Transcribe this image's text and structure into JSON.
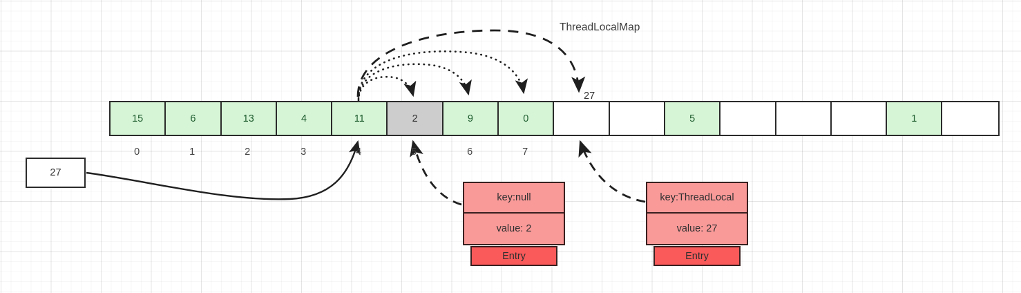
{
  "title": "ThreadLocalMap",
  "colors": {
    "cell_green": "#d6f5d6",
    "cell_gray": "#cdcdcd",
    "cell_empty": "#ffffff",
    "entry_fill": "#f99a99",
    "entry_label_fill": "#fb5a5a",
    "stroke": "#2b2b2b",
    "grid": "#f0f0f0"
  },
  "array": {
    "name": "hash-table-slots",
    "cells": [
      {
        "value": "15",
        "state": "green"
      },
      {
        "value": "6",
        "state": "green"
      },
      {
        "value": "13",
        "state": "green"
      },
      {
        "value": "4",
        "state": "green"
      },
      {
        "value": "11",
        "state": "green"
      },
      {
        "value": "2",
        "state": "gray"
      },
      {
        "value": "9",
        "state": "green"
      },
      {
        "value": "0",
        "state": "green"
      },
      {
        "value": "",
        "state": "empty"
      },
      {
        "value": "",
        "state": "empty"
      },
      {
        "value": "5",
        "state": "green"
      },
      {
        "value": "",
        "state": "empty"
      },
      {
        "value": "",
        "state": "empty"
      },
      {
        "value": "",
        "state": "empty"
      },
      {
        "value": "1",
        "state": "green"
      },
      {
        "value": "",
        "state": "empty"
      }
    ],
    "index_labels": [
      "0",
      "1",
      "2",
      "3",
      "4",
      "5",
      "6",
      "7"
    ]
  },
  "source_box": {
    "value": "27"
  },
  "probe_label": {
    "value": "27"
  },
  "entries": [
    {
      "name": "entry-stale",
      "key": "key:null",
      "value": "value: 2",
      "footer": "Entry"
    },
    {
      "name": "entry-threadlocal",
      "key": "key:ThreadLocal",
      "value": "value: 27",
      "footer": "Entry"
    }
  ]
}
